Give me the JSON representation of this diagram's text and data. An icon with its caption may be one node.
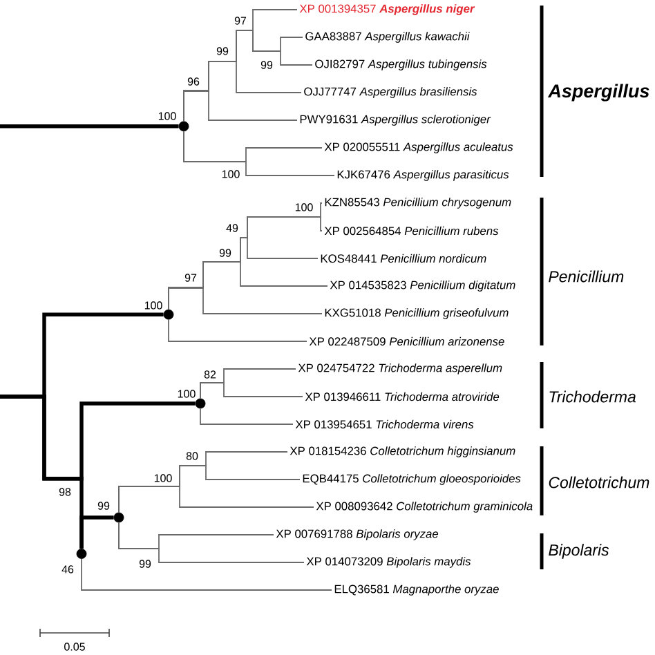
{
  "diagram": {
    "nodes": [
      {
        "text": [
          "XP 001394357 **Aspergillus niger**"
        ]
      },
      {
        "text": [
          "GAA83887 *Aspergillus kawachii*"
        ]
      },
      {
        "text": [
          "OJI82797 *Aspergillus tubingensis*"
        ]
      },
      {
        "text": [
          "OJJ77747 *Aspergillus brasiliensis*"
        ]
      },
      {
        "text": [
          "PWY91631 *Aspergillus sclerotioniger*"
        ]
      },
      {
        "text": [
          "XP 020055511 *Aspergillus aculeatus*"
        ]
      },
      {
        "text": [
          "KJK67476 *Aspergillus parasiticus*"
        ]
      },
      {
        "text": [
          "KZN85543 *Penicillium chrysogenum*"
        ]
      },
      {
        "text": [
          "XP 002564854 *Penicillium rubens*"
        ]
      },
      {
        "text": [
          "KOS48441 *Penicillium nordicum*"
        ]
      },
      {
        "text": [
          "XP 014535823 *Penicillium digitatum*"
        ]
      },
      {
        "text": [
          "KXG51018 *Penicillium griseofulvum*"
        ]
      },
      {
        "text": [
          "XP 022487509 *Penicillium arizonense*"
        ]
      },
      {
        "text": [
          "XP 024754722 *Trichoderma asperellum*"
        ]
      },
      {
        "text": [
          "XP 013946611 *Trichoderma atroviride*"
        ]
      },
      {
        "text": [
          "XP 013954651 *Trichoderma virens*"
        ]
      },
      {
        "text": [
          "XP 018154236 *Colletotrichum higginsianum*"
        ]
      },
      {
        "text": [
          "EQB44175 *Colletotrichum gloeosporioides*"
        ]
      },
      {
        "text": [
          "XP 008093642 *Colletotrichum graminicola*"
        ]
      },
      {
        "text": [
          "XP 007691788 *Bipolaris oryzae*"
        ]
      },
      {
        "text": [
          "XP 014073209 *Bipolaris maydis*"
        ]
      },
      {
        "text": [
          "ELQ36581 *Magnaporthe oryzae*"
        ]
      },
      {
        "text": [],
        "shape": "circle",
        "beside": [
          "100"
        ]
      },
      {
        "text": [],
        "shape": "circle",
        "beside": [
          "100"
        ]
      },
      {
        "text": [],
        "shape": "circle",
        "beside": [
          "100"
        ]
      },
      {
        "text": [],
        "shape": "circle",
        "beside": [
          "99"
        ]
      },
      {
        "text": [],
        "shape": "circle",
        "beside": [
          "46"
        ]
      }
    ],
    "edges": [
      {
        "from": null,
        "to": 22,
        "arrow": "none",
        "style": "thick",
        "color": "#000000"
      },
      {
        "from": 22,
        "to": 0,
        "arrow": "none"
      },
      {
        "from": 22,
        "to": 1,
        "arrow": "none"
      },
      {
        "from": 22,
        "to": 2,
        "arrow": "none"
      },
      {
        "from": 22,
        "to": 3,
        "arrow": "none"
      },
      {
        "from": 22,
        "to": 4,
        "arrow": "none"
      },
      {
        "from": 22,
        "to": 5,
        "arrow": "none"
      },
      {
        "from": 22,
        "to": 6,
        "arrow": "none"
      },
      {
        "from": null,
        "to": 23,
        "arrow": "none",
        "style": "thick",
        "color": "#000000"
      },
      {
        "from": 23,
        "to": 7,
        "arrow": "none"
      },
      {
        "from": 23,
        "to": 8,
        "arrow": "none"
      },
      {
        "from": 23,
        "to": 9,
        "arrow": "none"
      },
      {
        "from": 23,
        "to": 10,
        "arrow": "none"
      },
      {
        "from": 23,
        "to": 11,
        "arrow": "none"
      },
      {
        "from": 23,
        "to": 12,
        "arrow": "none"
      },
      {
        "from": null,
        "to": 24,
        "arrow": "none",
        "style": "thick",
        "color": "#000000"
      },
      {
        "from": 24,
        "to": 13,
        "arrow": "none"
      },
      {
        "from": 24,
        "to": 14,
        "arrow": "none"
      },
      {
        "from": 24,
        "to": 15,
        "arrow": "none"
      },
      {
        "from": null,
        "to": 26,
        "arrow": "none",
        "style": "thick",
        "color": "#000000"
      },
      {
        "from": 26,
        "to": 25,
        "arrow": "none",
        "style": "thick",
        "color": "#000000"
      },
      {
        "from": 25,
        "to": 16,
        "arrow": "none"
      },
      {
        "from": 25,
        "to": 17,
        "arrow": "none"
      },
      {
        "from": 25,
        "to": 18,
        "arrow": "none"
      },
      {
        "from": 25,
        "to": 19,
        "arrow": "none"
      },
      {
        "from": 25,
        "to": 20,
        "arrow": "none"
      },
      {
        "from": 26,
        "to": 21,
        "arrow": "none"
      }
    ],
    "labels": [
      "97",
      "99",
      "99",
      "96",
      "Aspergillus",
      "100",
      "100",
      "49",
      "99",
      "97",
      "Penicillium",
      "82",
      "Trichoderma",
      "80",
      "100",
      "Colletotrichum",
      "98",
      "Bipolaris",
      "99",
      "0.05"
    ]
  }
}
